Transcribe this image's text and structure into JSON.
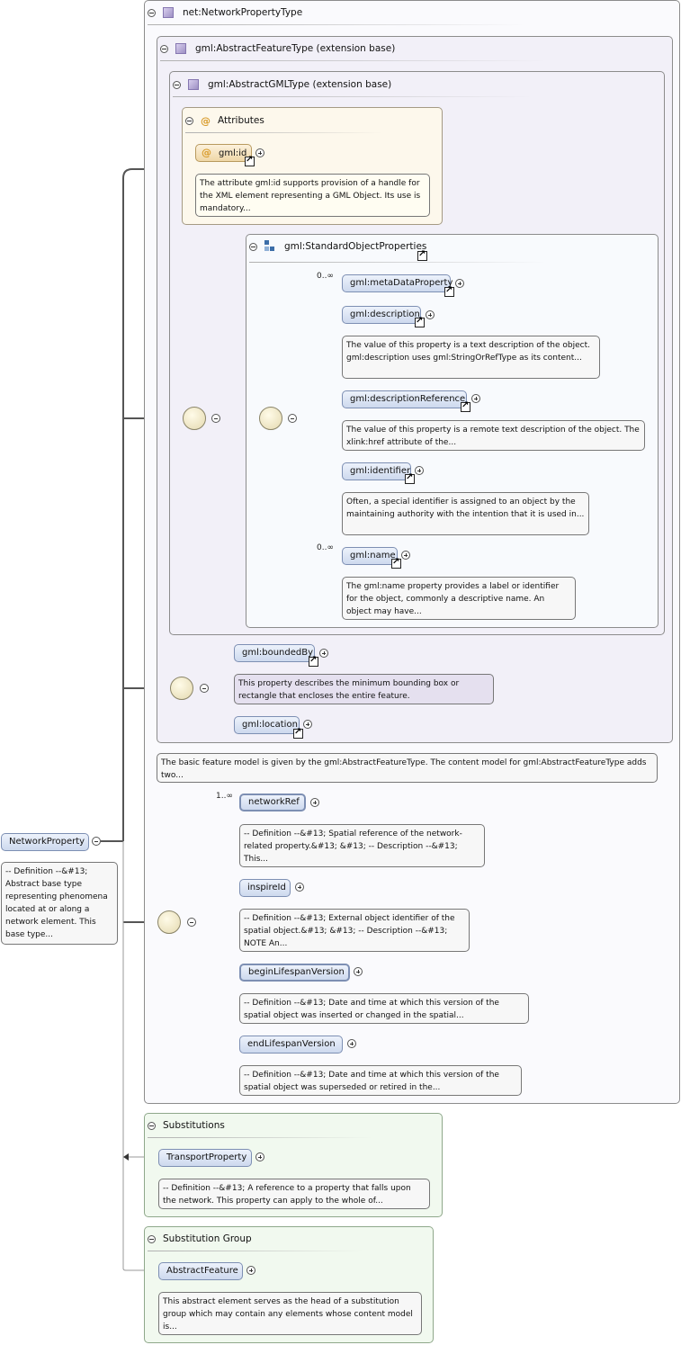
{
  "root": {
    "name": "NetworkProperty",
    "doc": "-- Definition --&#13; Abstract base type representing phenomena located at or along a network element. This base type..."
  },
  "type_box": {
    "title": "net:NetworkPropertyType"
  },
  "feature_box": {
    "title": "gml:AbstractFeatureType (extension base)",
    "doc": "The basic feature model is given by the gml:AbstractFeatureType. The content model for gml:AbstractFeatureType adds two..."
  },
  "gml_box": {
    "title": "gml:AbstractGMLType (extension base)"
  },
  "attributes": {
    "title": "Attributes",
    "id_name": "gml:id",
    "id_doc": "The attribute gml:id supports provision of a handle for the XML element representing a GML Object. Its use is mandatory..."
  },
  "standard_props": {
    "title": "gml:StandardObjectProperties",
    "items": [
      {
        "name": "gml:metaDataProperty",
        "card": "0..∞",
        "doc": ""
      },
      {
        "name": "gml:description",
        "card": "",
        "doc": "The value of this property is a text description of the object. gml:description uses gml:StringOrRefType as its content..."
      },
      {
        "name": "gml:descriptionReference",
        "card": "",
        "doc": "The value of this property is a remote text description of the object. The xlink:href attribute of the..."
      },
      {
        "name": "gml:identifier",
        "card": "",
        "doc": "Often, a special identifier is assigned to an object by the maintaining authority with the intention that it is used in..."
      },
      {
        "name": "gml:name",
        "card": "0..∞",
        "doc": "The gml:name property provides a label or identifier for the object, commonly a descriptive name. An object may have..."
      }
    ]
  },
  "feature_seq": {
    "items": [
      {
        "name": "gml:boundedBy",
        "doc": "This property describes the minimum bounding box or rectangle that encloses the entire feature."
      },
      {
        "name": "gml:location",
        "doc": ""
      }
    ]
  },
  "network_seq": {
    "items": [
      {
        "name": "networkRef",
        "card": "1..∞",
        "doc": "-- Definition --&#13; Spatial reference of the network-related property.&#13; &#13; -- Description --&#13; This..."
      },
      {
        "name": "inspireId",
        "card": "",
        "doc": "-- Definition --&#13; External object identifier of the spatial object.&#13; &#13; -- Description --&#13; NOTE An..."
      },
      {
        "name": "beginLifespanVersion",
        "card": "",
        "doc": "-- Definition --&#13; Date and time at which this version of the spatial object was inserted or changed in the spatial..."
      },
      {
        "name": "endLifespanVersion",
        "card": "",
        "doc": "-- Definition --&#13; Date and time at which this version of the spatial object was superseded or retired in the..."
      }
    ]
  },
  "substitutions": {
    "title": "Substitutions",
    "name": "TransportProperty",
    "doc": "-- Definition --&#13; A reference to a property that falls upon the network. This property can apply to the whole of..."
  },
  "substitution_group": {
    "title": "Substitution Group",
    "name": "AbstractFeature",
    "doc": "This abstract element serves as the head of a substitution group which may contain any elements whose content model is..."
  }
}
